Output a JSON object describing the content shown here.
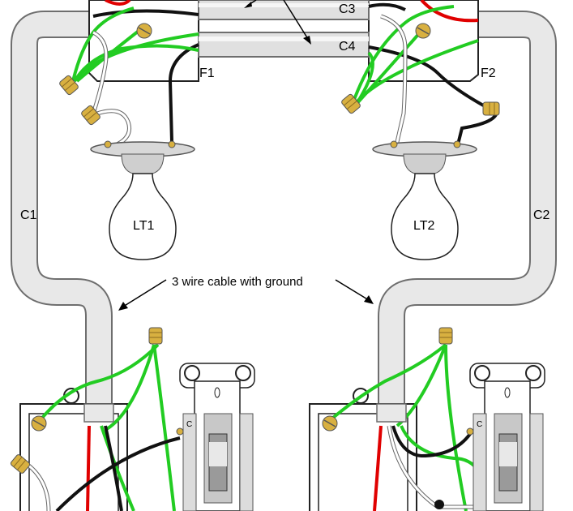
{
  "labels": {
    "c1": "C1",
    "c2": "C2",
    "c3": "C3",
    "c4": "C4",
    "f1": "F1",
    "f2": "F2",
    "lt1": "LT1",
    "lt2": "LT2",
    "cable_note": "3 wire cable with ground",
    "switch_left_terminal": "C",
    "switch_right_terminal": "C"
  },
  "colors": {
    "conduit_fill": "#e8e8e8",
    "conduit_edge": "#6e6e6e",
    "ground_wire": "#22cc22",
    "hot_wire": "#e00000",
    "neutral_wire": "#ffffff",
    "traveler_wire": "#111111",
    "wire_nut": "#d8b040",
    "box_fill": "#ffffff",
    "box_edge": "#222222"
  }
}
